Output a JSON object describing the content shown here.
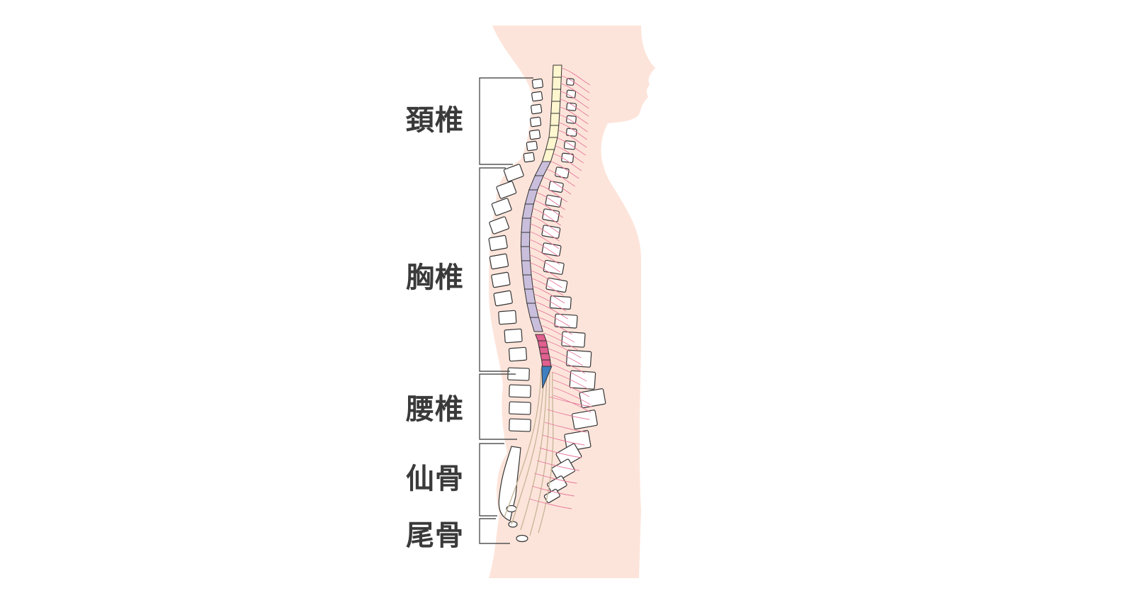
{
  "labels": {
    "cervical": "頚椎",
    "thoracic": "胸椎",
    "lumbar": "腰椎",
    "sacrum": "仙骨",
    "coccyx": "尾骨"
  },
  "colors": {
    "body": "#fde4da",
    "bone_fill": "#ffffff",
    "bone_stroke": "#333333",
    "cervical_segment": "#fdf6cf",
    "thoracic_segment": "#c9bfdc",
    "lumbar_segment": "#e0608f",
    "sacral_segment": "#3d7fc0",
    "nerve": "#e57a9c",
    "cauda": "#c8b89a",
    "bracket": "#555555",
    "label_text": "#3a3a3a"
  }
}
